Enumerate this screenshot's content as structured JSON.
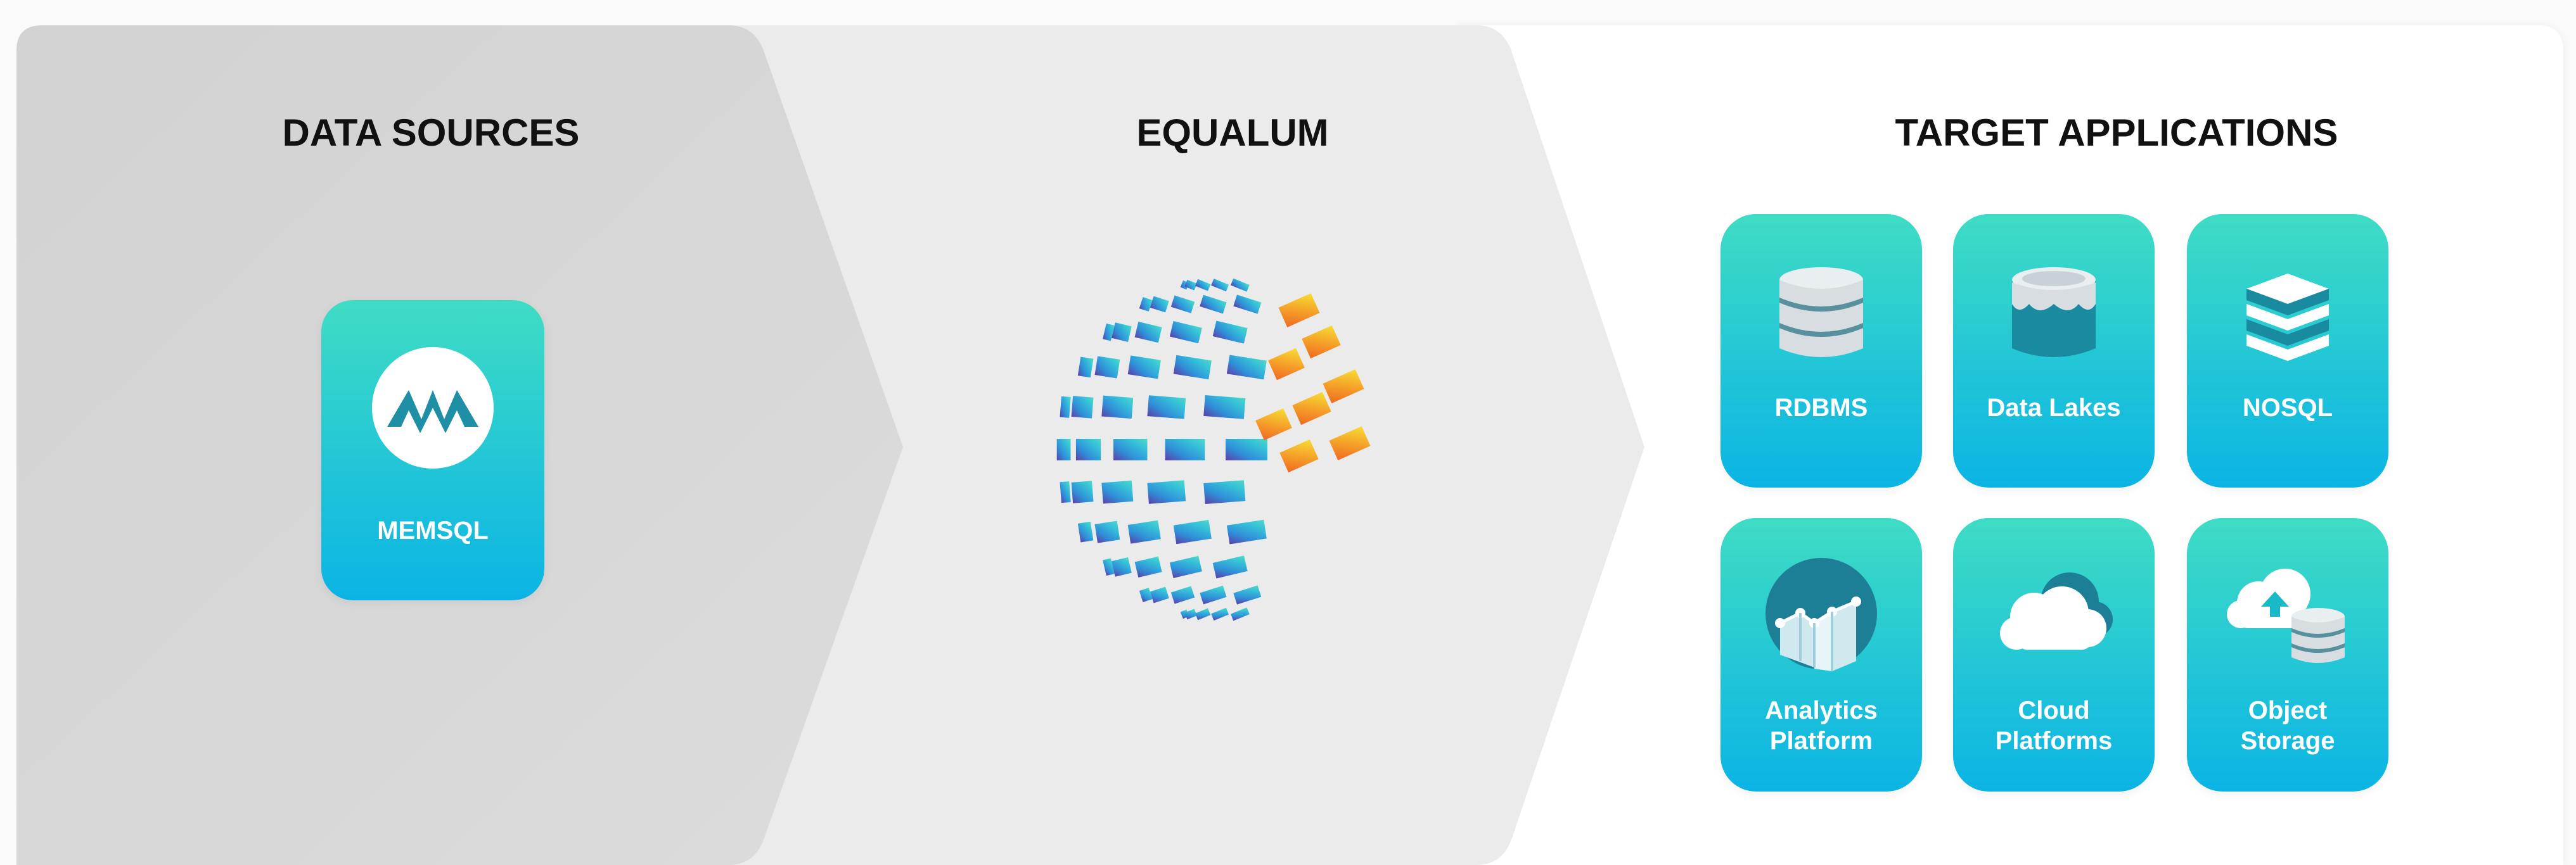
{
  "sections": {
    "sources": {
      "heading": "DATA SOURCES"
    },
    "equalum": {
      "heading": "EQUALUM"
    },
    "targets": {
      "heading": "TARGET APPLICATIONS"
    }
  },
  "source_tile": {
    "label": "MEMSQL",
    "icon": "memsql-logo-icon"
  },
  "targets": [
    {
      "label": "RDBMS",
      "icon": "database-icon"
    },
    {
      "label": "Data Lakes",
      "icon": "data-lake-icon"
    },
    {
      "label": "NOSQL",
      "icon": "layers-icon"
    },
    {
      "label_lines": [
        "Analytics",
        "Platform"
      ],
      "icon": "analytics-chart-icon"
    },
    {
      "label_lines": [
        "Cloud",
        "Platforms"
      ],
      "icon": "cloud-icon"
    },
    {
      "label_lines": [
        "Object",
        "Storage"
      ],
      "icon": "cloud-upload-storage-icon"
    }
  ],
  "colors": {
    "tile_top": "#3fdcc4",
    "tile_bottom": "#0bb4e4",
    "panel_sources": "#d6d6d6",
    "panel_equalum": "#ebebeb",
    "panel_targets": "#ffffff",
    "logo_blue": "#2f8fd8",
    "logo_purple": "#5b3fa8",
    "logo_orange": "#f08a20",
    "logo_yellow": "#f7cf2c"
  }
}
